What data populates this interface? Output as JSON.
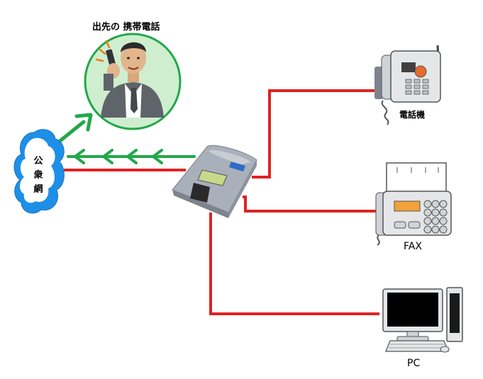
{
  "labels": {
    "mobile": "出先の 携帯電話",
    "telephone": "電話機",
    "fax": "FAX",
    "pc": "PC",
    "public_network": "公衆網"
  },
  "colors": {
    "red_line": "#e02222",
    "green_line": "#22a84a",
    "cloud": "#1e8fe6",
    "circle_fill": "#cfeecf",
    "device_body": "#a9b0bb"
  }
}
